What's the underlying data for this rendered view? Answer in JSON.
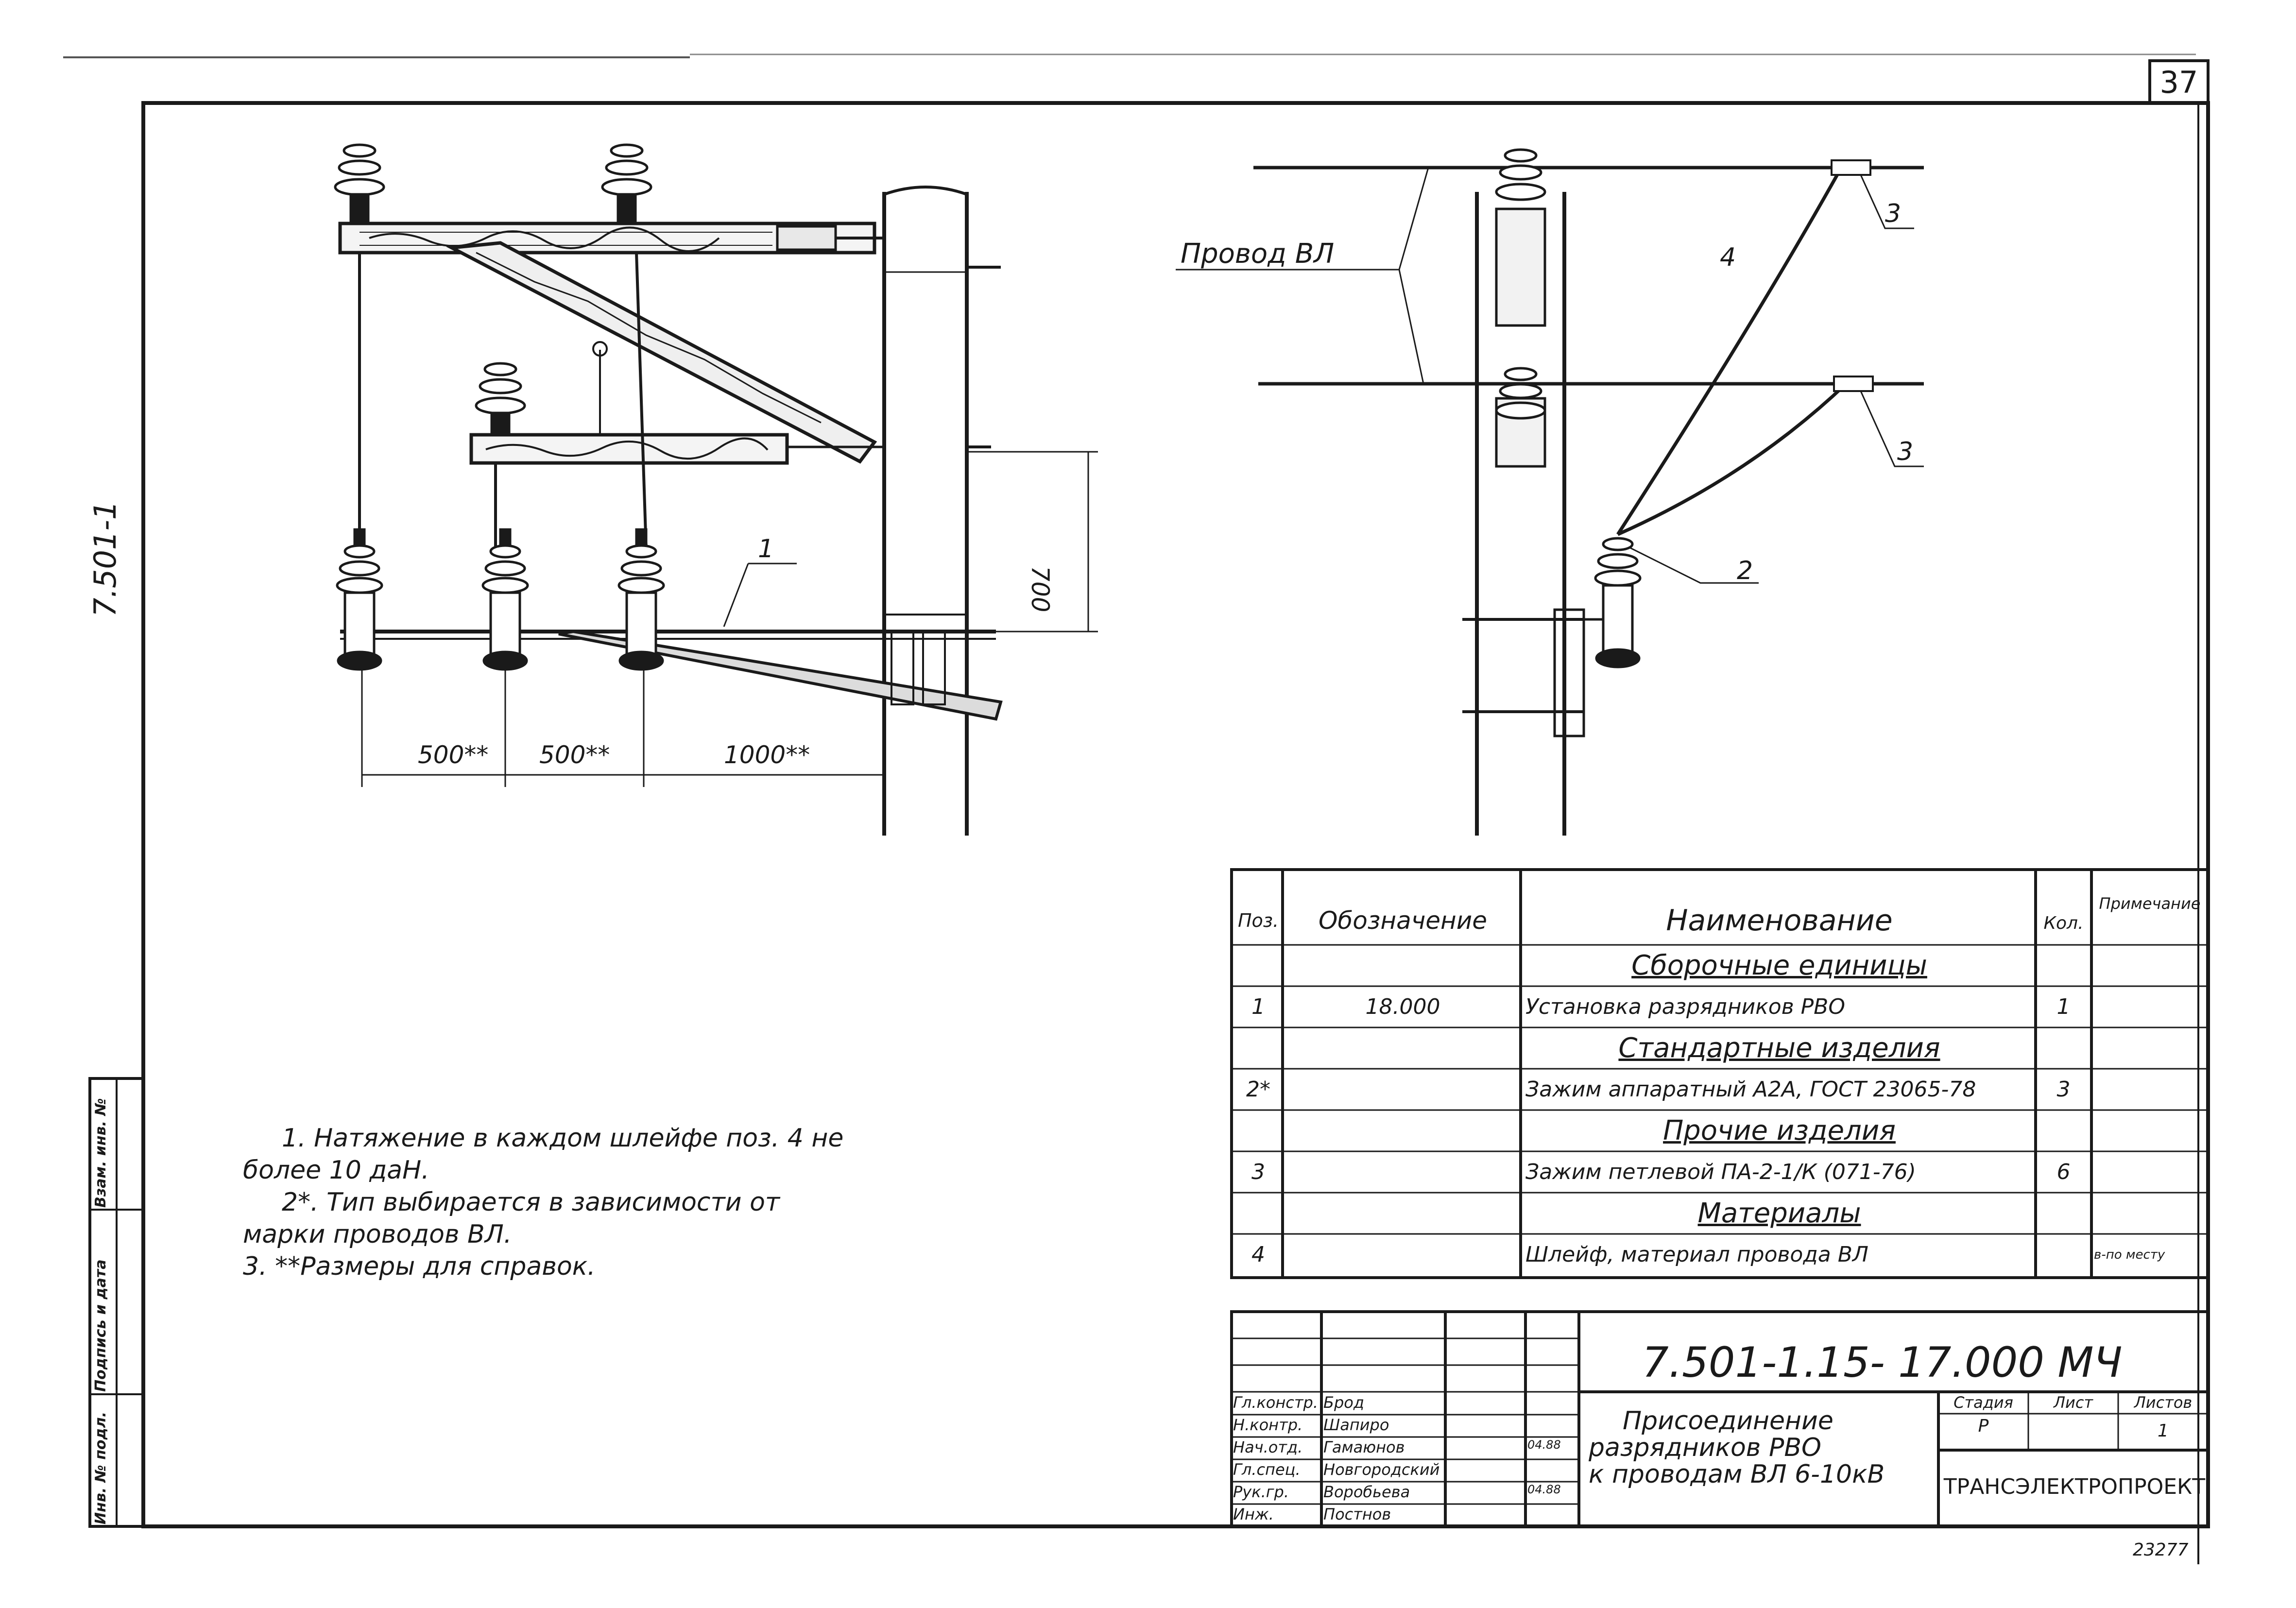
{
  "sheet": {
    "number": "37",
    "side_code": "7.501-1",
    "serial": "23277",
    "side_stamp": [
      "Инв. № подл.",
      "Подпись и дата",
      "Взам. инв. №"
    ]
  },
  "left_view": {
    "position_label": "1",
    "dim_vertical": "700",
    "dims_horizontal": [
      "500**",
      "500**",
      "1000**"
    ]
  },
  "right_view": {
    "wire_label": "Провод ВЛ",
    "pos_labels": [
      "3",
      "4",
      "3",
      "2"
    ]
  },
  "notes": [
    "1. Натяжение в каждом шлейфе поз. 4 не",
    "более 10 даН.",
    "2*. Тип выбирается в зависимости от",
    "марки проводов ВЛ.",
    "3. **Размеры для справок."
  ],
  "spec_table": {
    "headers": {
      "pos": "Поз.",
      "designation": "Обозначение",
      "name": "Наименование",
      "qty": "Кол.",
      "note": "Примечание"
    },
    "rows": [
      {
        "pos": "",
        "designation": "",
        "name": "Сборочные единицы",
        "qty": "",
        "note": "",
        "section": true
      },
      {
        "pos": "1",
        "designation": "18.000",
        "name": "Установка разрядников РВО",
        "qty": "1",
        "note": "",
        "section": false
      },
      {
        "pos": "",
        "designation": "",
        "name": "Стандартные изделия",
        "qty": "",
        "note": "",
        "section": true
      },
      {
        "pos": "2*",
        "designation": "",
        "name": "Зажим аппаратный А2А, ГОСТ 23065-78",
        "qty": "3",
        "note": "",
        "section": false
      },
      {
        "pos": "",
        "designation": "",
        "name": "Прочие изделия",
        "qty": "",
        "note": "",
        "section": true
      },
      {
        "pos": "3",
        "designation": "",
        "name": "Зажим петлевой ПА-2-1/К (071-76)",
        "qty": "6",
        "note": "",
        "section": false
      },
      {
        "pos": "",
        "designation": "",
        "name": "Материалы",
        "qty": "",
        "note": "",
        "section": true
      },
      {
        "pos": "4",
        "designation": "",
        "name": "Шлейф, материал провода ВЛ",
        "qty": "",
        "note": "в-по месту",
        "section": false
      }
    ]
  },
  "title_block": {
    "doc_code": "7.501-1.15- 17.000 МЧ",
    "title": [
      "Присоединение",
      "разрядников РВО",
      "к проводам ВЛ 6-10кВ"
    ],
    "stage_header": "Стадия",
    "sheet_header": "Лист",
    "sheets_header": "Листов",
    "stage": "Р",
    "sheet": "",
    "sheets": "1",
    "organization": "ТРАНСЭЛЕКТРОПРОЕКТ",
    "signatures": [
      {
        "role": "Гл.констр.",
        "name": "Брод",
        "date": ""
      },
      {
        "role": "Н.контр.",
        "name": "Шапиро",
        "date": ""
      },
      {
        "role": "Нач.отд.",
        "name": "Гамаюнов",
        "date": "04.88"
      },
      {
        "role": "Гл.спец.",
        "name": "Новгородский",
        "date": ""
      },
      {
        "role": "Рук.гр.",
        "name": "Воробьева",
        "date": "04.88"
      },
      {
        "role": "Инж.",
        "name": "Постнов",
        "date": ""
      }
    ]
  }
}
